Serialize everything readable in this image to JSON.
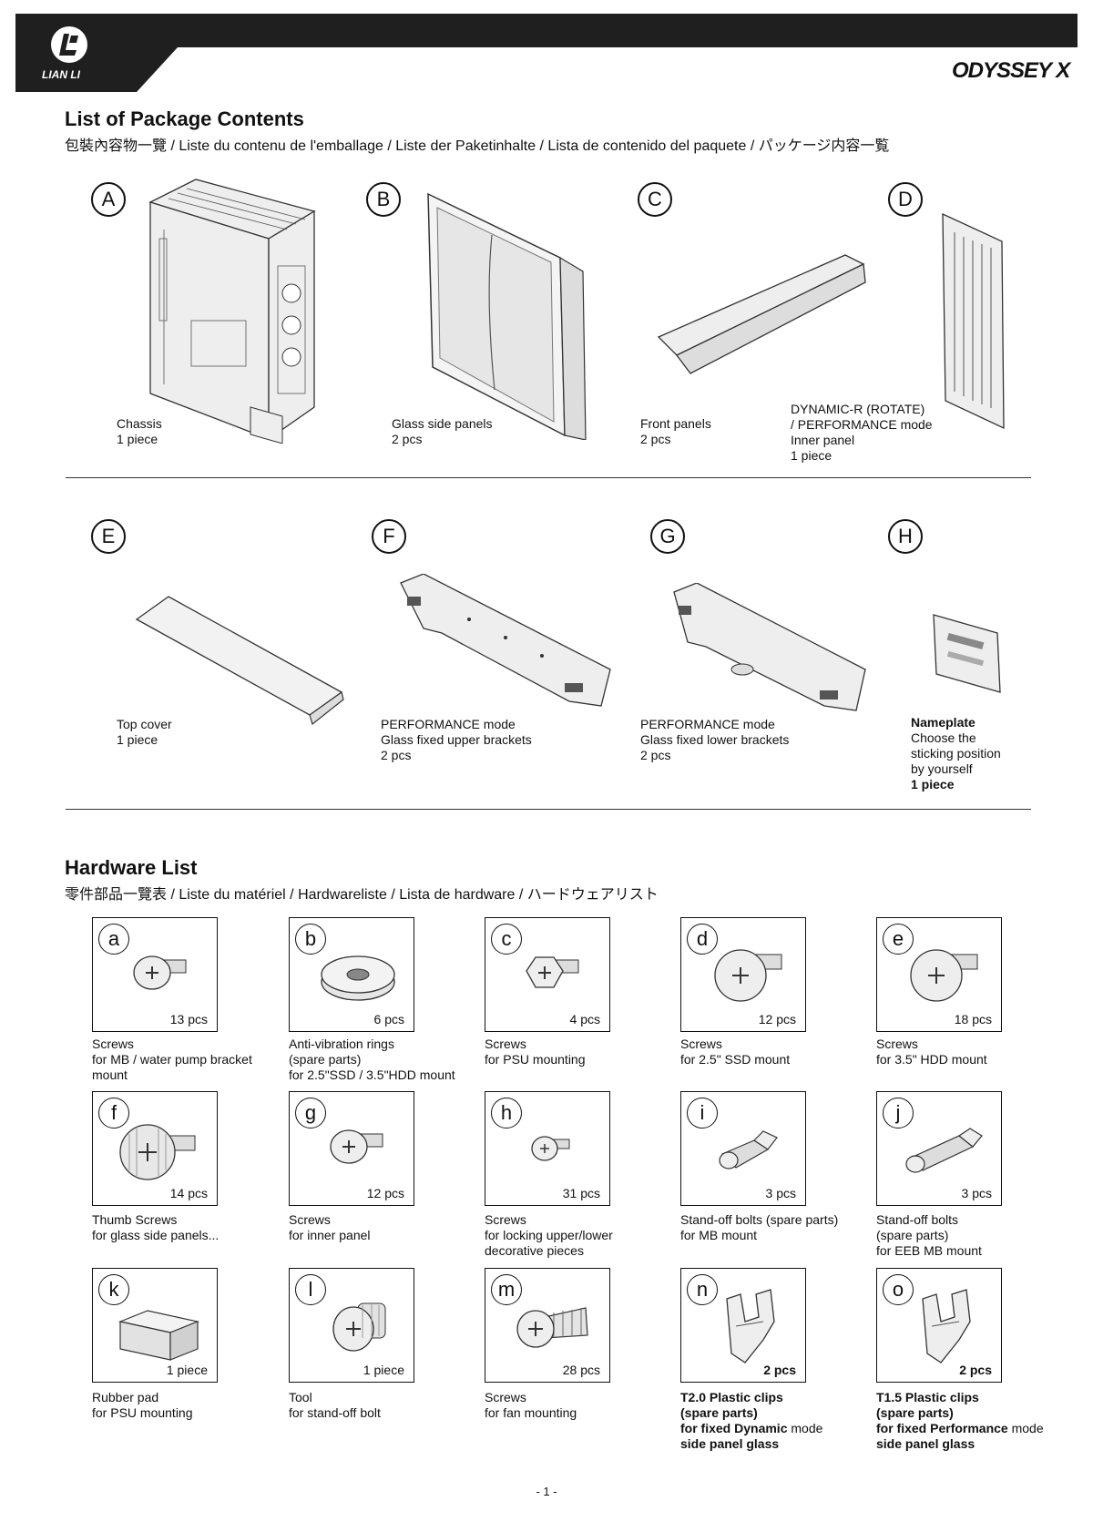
{
  "header": {
    "brand": "ODYSSEY X",
    "logo_text": "LIAN LI"
  },
  "package": {
    "title": "List of Package Contents",
    "subtitle": "包裝內容物一覽 / Liste du contenu de l'emballage / Liste der Paketinhalte / Lista de contenido del paquete / パッケージ内容一覧",
    "items": [
      {
        "letter": "A",
        "lines": [
          "Chassis",
          "1 piece"
        ]
      },
      {
        "letter": "B",
        "lines": [
          "Glass side panels",
          "2 pcs"
        ]
      },
      {
        "letter": "C",
        "lines": [
          "Front panels",
          "2 pcs"
        ]
      },
      {
        "letter": "D",
        "lines": [
          "DYNAMIC-R (ROTATE)",
          "/ PERFORMANCE mode",
          "Inner panel",
          "1 piece"
        ]
      },
      {
        "letter": "E",
        "lines": [
          "Top cover",
          "1 piece"
        ]
      },
      {
        "letter": "F",
        "lines": [
          "PERFORMANCE mode",
          "Glass fixed upper brackets",
          "2 pcs"
        ]
      },
      {
        "letter": "G",
        "lines": [
          "PERFORMANCE mode",
          "Glass fixed lower brackets",
          "2 pcs"
        ]
      },
      {
        "letter": "H",
        "lines": [
          "Nameplate",
          "Choose the",
          "sticking position",
          "by yourself",
          "1 piece"
        ]
      }
    ]
  },
  "hardware": {
    "title": "Hardware List",
    "subtitle": "零件部品一覽表 / Liste du matériel / Hardwareliste / Lista de hardware / ハードウェアリスト",
    "items": [
      {
        "letter": "a",
        "qty": "13 pcs",
        "lines": [
          "Screws",
          "for MB / water pump bracket",
          "mount"
        ]
      },
      {
        "letter": "b",
        "qty": "6 pcs",
        "lines": [
          "Anti-vibration rings",
          "(spare parts)",
          "for 2.5\"SSD / 3.5\"HDD mount"
        ]
      },
      {
        "letter": "c",
        "qty": "4 pcs",
        "lines": [
          "Screws",
          "for PSU mounting"
        ]
      },
      {
        "letter": "d",
        "qty": "12 pcs",
        "lines": [
          "Screws",
          "for 2.5\" SSD mount"
        ]
      },
      {
        "letter": "e",
        "qty": "18 pcs",
        "lines": [
          "Screws",
          "for 3.5\" HDD mount"
        ]
      },
      {
        "letter": "f",
        "qty": "14 pcs",
        "lines": [
          "Thumb Screws",
          "for glass side panels..."
        ]
      },
      {
        "letter": "g",
        "qty": "12 pcs",
        "lines": [
          "Screws",
          "for inner panel"
        ]
      },
      {
        "letter": "h",
        "qty": "31 pcs",
        "lines": [
          "Screws",
          "for locking upper/lower",
          "decorative pieces"
        ]
      },
      {
        "letter": "i",
        "qty": "3 pcs",
        "lines": [
          "Stand-off bolts (spare parts)",
          "for MB mount"
        ]
      },
      {
        "letter": "j",
        "qty": "3 pcs",
        "lines": [
          "Stand-off bolts",
          "(spare parts)",
          "for EEB MB mount"
        ]
      },
      {
        "letter": "k",
        "qty": "1 piece",
        "lines": [
          "Rubber pad",
          "for PSU mounting"
        ]
      },
      {
        "letter": "l",
        "qty": "1 piece",
        "lines": [
          "Tool",
          "for stand-off bolt"
        ]
      },
      {
        "letter": "m",
        "qty": "28 pcs",
        "lines": [
          "Screws",
          "for fan mounting"
        ]
      },
      {
        "letter": "n",
        "qty": "2 pcs",
        "lines": [
          "T2.0 Plastic clips",
          "(spare parts)",
          "for fixed Dynamic",
          "mode",
          "side panel glass"
        ]
      },
      {
        "letter": "o",
        "qty": "2 pcs",
        "lines": [
          "T1.5 Plastic clips",
          "(spare parts)",
          "for fixed Performance",
          "mode",
          "side panel glass"
        ]
      }
    ]
  },
  "footer": {
    "page": "- 1 -"
  }
}
